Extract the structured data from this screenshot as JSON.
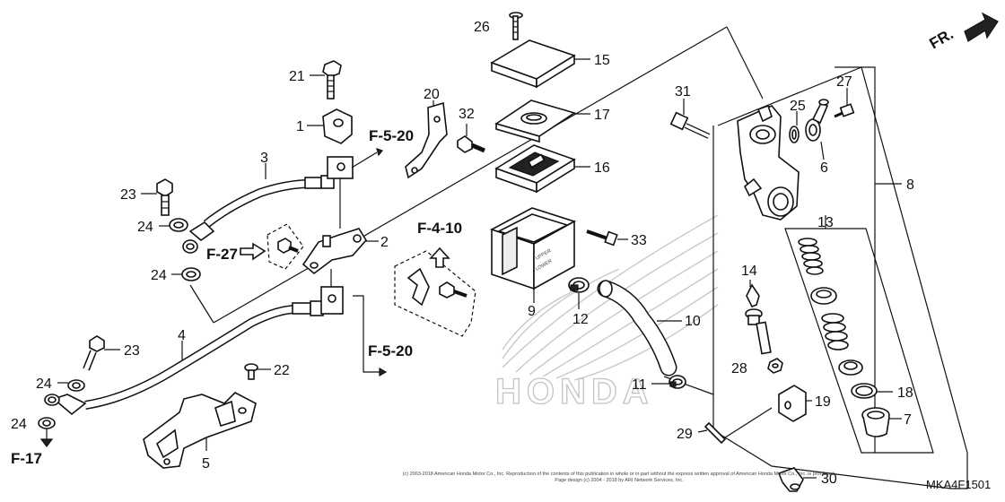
{
  "labels": {
    "p1": "1",
    "p2": "2",
    "p3": "3",
    "p4": "4",
    "p5": "5",
    "p6": "6",
    "p7": "7",
    "p8": "8",
    "p9": "9",
    "p10": "10",
    "p11": "11",
    "p12": "12",
    "p13": "13",
    "p14": "14",
    "p15": "15",
    "p16": "16",
    "p17": "17",
    "p18": "18",
    "p19": "19",
    "p20": "20",
    "p21": "21",
    "p22": "22",
    "p23": "23",
    "p24a": "24",
    "p24b": "24",
    "p24c": "24",
    "p24d": "24",
    "p25": "25",
    "p26": "26",
    "p27": "27",
    "p28": "28",
    "p29": "29",
    "p30": "30",
    "p31": "31",
    "p32": "32",
    "p33": "33"
  },
  "references": {
    "f520_top": "F-5-20",
    "f520_bottom": "F-5-20",
    "f27": "F-27",
    "f410": "F-4-10",
    "f17": "F-17",
    "fr": "FR."
  },
  "reservoir_marks": {
    "upper": "UPPER",
    "lower": "LOWER"
  },
  "copyright": {
    "line1": "(c) 2003-2018 American Honda Motor Co., Inc. Reproduction of the contents of this publication in whole or in part without the express written approval of American Honda Motor Co., Inc. is prohibited.",
    "line2": "Page design (c) 2004 - 2018 by ARI Network Services, Inc."
  },
  "watermark": "HONDA",
  "diagram_code": "MKA4F1501"
}
